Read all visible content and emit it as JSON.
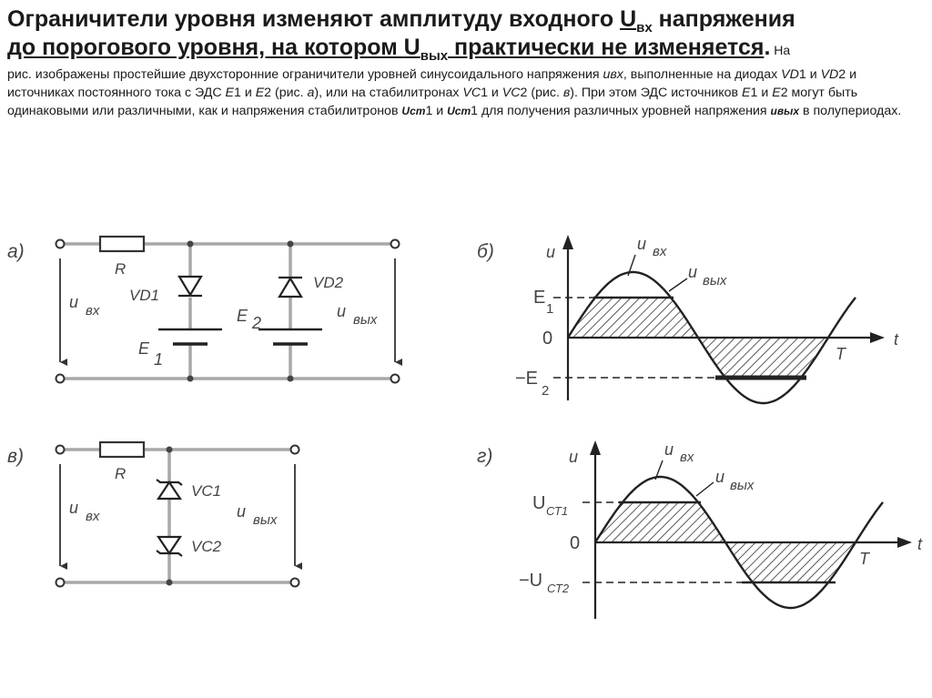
{
  "header": {
    "line1_a": "Ограничители уровня изменяют амплитуду входного ",
    "line1_u": "U",
    "line1_sub": "вх",
    "line1_b": " напряжения",
    "line2_a": "до порогового уровня, на котором ",
    "line2_u": "U",
    "line2_sub": "вых",
    "line2_b": " практически не изменяется",
    "line2_c": ".",
    "tail": " На"
  },
  "body": {
    "p1": "рис. изображены простейшие двухсторонние ограничители уровней синусоидального напряжения ",
    "uvx": "uвх",
    "p2": ", выполненные на диодах ",
    "vd1": "VD",
    "p3": "1 и ",
    "vd2": "VD",
    "p4": "2 и источниках постоянного тока с ЭДС ",
    "e1": "E",
    "p5": "1 и ",
    "e2": "E",
    "p6": "2 (рис. ",
    "ra": "а",
    "p7": "), или на стабилитронах ",
    "vc1": "VC",
    "p8": "1 и ",
    "vc2": "VC",
    "p9": "2 (рис. ",
    "rv": "в",
    "p10": "). При этом ЭДС источников ",
    "e1b": "E",
    "p11": "1 и ",
    "e2b": "E",
    "p12": "2 могут быть одинаковыми или различными, как и напряжения стабилитронов ",
    "ucm1": "Uст",
    "p13": "1 и ",
    "ucm2": "Uст",
    "p14": "1 для получения различных уровней напряжения ",
    "uvyh": "uвых",
    "p15": " в полупериодах."
  },
  "fig_a": {
    "panel": "а)",
    "R": "R",
    "u": "u",
    "u_sub_in": "вх",
    "u_sub_out": "вых",
    "VD1": "VD1",
    "VD2": "VD2",
    "E": "E",
    "E1n": "1",
    "E2n": "2"
  },
  "fig_b": {
    "panel": "б)",
    "u_axis": "u",
    "t_axis": "t",
    "T": "T",
    "zero": "0",
    "E1": "E",
    "E1n": "1",
    "E2": "−E",
    "E2n": "2",
    "uvx": "u",
    "uvx_sub": "вх",
    "uvyh": "u",
    "uvyh_sub": "вых"
  },
  "fig_v": {
    "panel": "в)",
    "R": "R",
    "u": "u",
    "u_sub_in": "вх",
    "u_sub_out": "вых",
    "VC1": "VC1",
    "VC2": "VC2"
  },
  "fig_g": {
    "panel": "г)",
    "u_axis": "u",
    "t_axis": "t",
    "T": "T",
    "zero": "0",
    "U1": "U",
    "U1_sub": "СТ1",
    "U2": "−U",
    "U2_sub": "СТ2",
    "uvx": "u",
    "uvx_sub": "вх",
    "uvyh": "u",
    "uvyh_sub": "вых"
  },
  "colors": {
    "wire": "#a8a8a8",
    "stroke": "#222222",
    "text": "#1a1a1a"
  }
}
